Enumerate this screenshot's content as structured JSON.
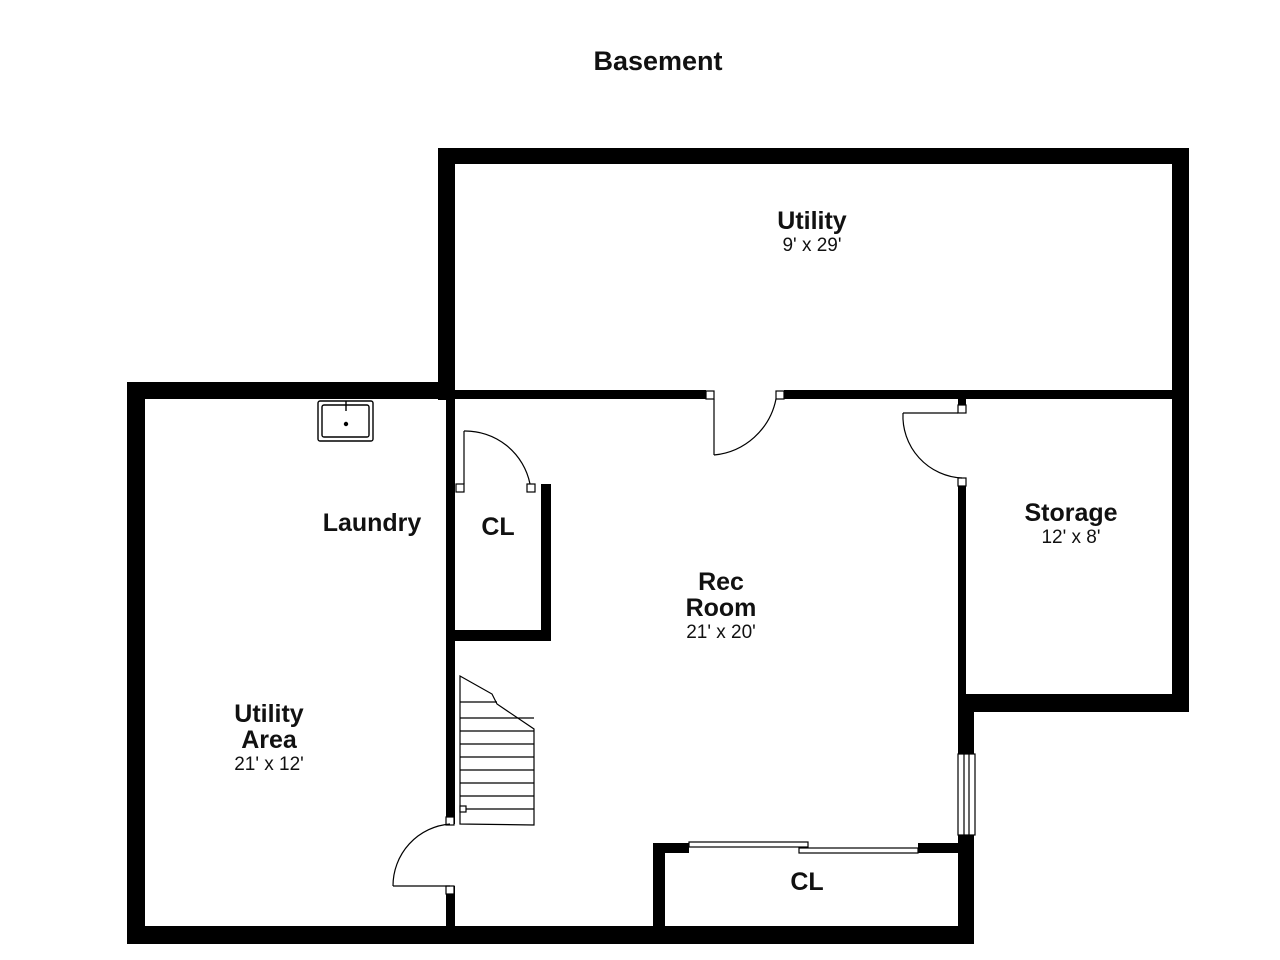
{
  "title": "Basement",
  "rooms": {
    "utility": {
      "name": "Utility",
      "dims": "9' x 29'"
    },
    "storage": {
      "name": "Storage",
      "dims": "12' x 8'"
    },
    "rec_room": {
      "name_line1": "Rec",
      "name_line2": "Room",
      "dims": "21' x 20'"
    },
    "laundry": {
      "name": "Laundry"
    },
    "closet_upper": {
      "name": "CL"
    },
    "closet_lower": {
      "name": "CL"
    },
    "utility_area": {
      "name_line1": "Utility",
      "name_line2": "Area",
      "dims": "21' x 12'"
    }
  },
  "icons": [
    "sink-icon",
    "staircase-icon",
    "door-swing-icon",
    "window-icon",
    "sliding-door-icon"
  ],
  "colors": {
    "wall": "#000000",
    "background": "#ffffff"
  }
}
